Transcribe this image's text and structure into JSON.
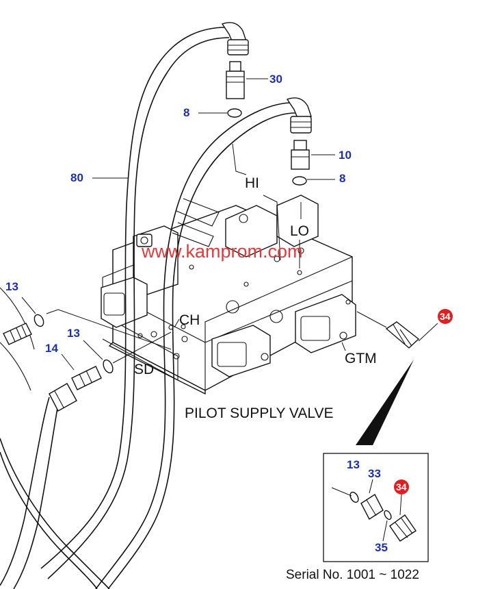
{
  "title": "PILOT SUPPLY VALVE",
  "serial": "Serial No. 1001 ~ 1022",
  "watermark": "www.kamprom.com",
  "colors": {
    "callout": "#1a2fb0",
    "badge": "#e02020",
    "watermark": "#e23a3a",
    "line": "#111111"
  },
  "callouts": {
    "c30": "30",
    "c8a": "8",
    "c10": "10",
    "c8b": "8",
    "c80": "80",
    "c13a": "13",
    "c13b": "13",
    "c14": "14",
    "c34": "34",
    "d13": "13",
    "d33": "33",
    "d34": "34",
    "d35": "35"
  },
  "ports": {
    "hi": "HI",
    "lo": "LO",
    "ch": "CH",
    "sd": "SD",
    "gtm": "GTM"
  }
}
